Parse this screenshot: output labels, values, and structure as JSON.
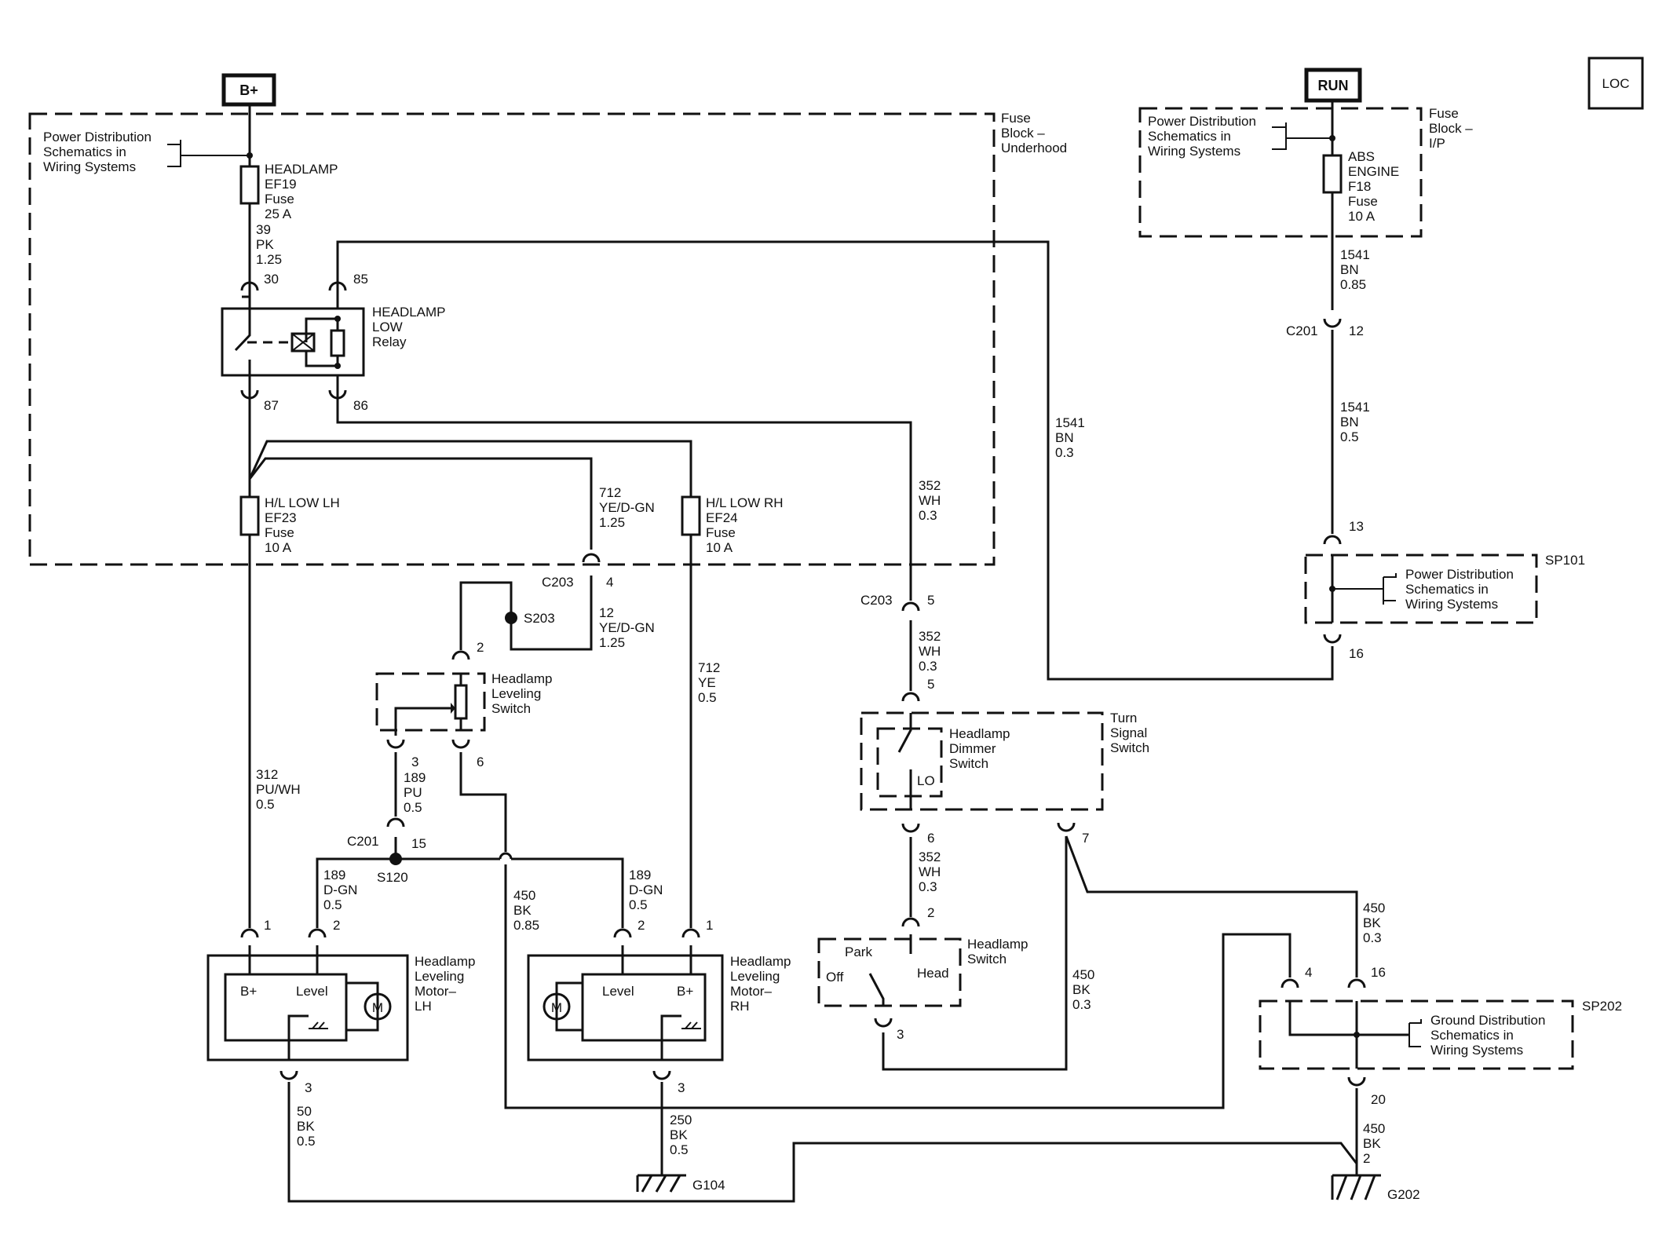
{
  "labels": {
    "bplus": "B+",
    "run": "RUN",
    "loc": "LOC",
    "fuse_block_underhood": [
      "Fuse",
      "Block –",
      "Underhood"
    ],
    "fuse_block_ip": [
      "Fuse",
      "Block –",
      "I/P"
    ],
    "pwr_dist_1": [
      "Power Distribution",
      "Schematics in",
      "Wiring Systems"
    ],
    "pwr_dist_2": [
      "Power Distribution",
      "Schematics in",
      "Wiring Systems"
    ],
    "pwr_dist_3": [
      "Power Distribution",
      "Schematics in",
      "Wiring Systems"
    ],
    "gnd_dist": [
      "Ground Distribution",
      "Schematics in",
      "Wiring Systems"
    ],
    "fuse_headlamp": [
      "HEADLAMP",
      "EF19",
      "Fuse",
      "25 A"
    ],
    "fuse_abs": [
      "ABS",
      "ENGINE",
      "F18",
      "Fuse",
      "10 A"
    ],
    "fuse_hl_lh": [
      "H/L LOW LH",
      "EF23",
      "Fuse",
      "10 A"
    ],
    "fuse_hl_rh": [
      "H/L LOW RH",
      "EF24",
      "Fuse",
      "10 A"
    ],
    "relay": [
      "HEADLAMP",
      "LOW",
      "Relay"
    ],
    "leveling_switch": [
      "Headlamp",
      "Leveling",
      "Switch"
    ],
    "dimmer_switch": [
      "Headlamp",
      "Dimmer",
      "Switch"
    ],
    "turn_signal_switch": [
      "Turn",
      "Signal",
      "Switch"
    ],
    "headlamp_switch": [
      "Headlamp",
      "Switch"
    ],
    "motor_lh": [
      "Headlamp",
      "Leveling",
      "Motor–",
      "LH"
    ],
    "motor_rh": [
      "Headlamp",
      "Leveling",
      "Motor–",
      "RH"
    ],
    "motor_m": "M",
    "b_plus_pin": "B+",
    "level": "Level",
    "lo": "LO",
    "park": "Park",
    "off": "Off",
    "head": "Head",
    "sp101": "SP101",
    "sp202": "SP202",
    "s203": "S203",
    "s120": "S120",
    "g104": "G104",
    "g202": "G202",
    "c201_a": "C201",
    "c201_b": "C201",
    "c203_a": "C203",
    "c203_b": "C203"
  },
  "wires": {
    "w39": [
      "39",
      "PK",
      "1.25"
    ],
    "w1541a": [
      "1541",
      "BN",
      "0.85"
    ],
    "w1541b": [
      "1541",
      "BN",
      "0.5"
    ],
    "w1541c": [
      "1541",
      "BN",
      "0.3"
    ],
    "w712a": [
      "712",
      "YE/D-GN",
      "1.25"
    ],
    "w12": [
      "12",
      "YE/D-GN",
      "1.25"
    ],
    "w712b": [
      "712",
      "YE",
      "0.5"
    ],
    "w352a": [
      "352",
      "WH",
      "0.3"
    ],
    "w352b": [
      "352",
      "WH",
      "0.3"
    ],
    "w352c": [
      "352",
      "WH",
      "0.3"
    ],
    "w312": [
      "312",
      "PU/WH",
      "0.5"
    ],
    "w189a": [
      "189",
      "PU",
      "0.5"
    ],
    "w189b": [
      "189",
      "D-GN",
      "0.5"
    ],
    "w189c": [
      "189",
      "D-GN",
      "0.5"
    ],
    "w450a": [
      "450",
      "BK",
      "0.85"
    ],
    "w450b": [
      "450",
      "BK",
      "0.3"
    ],
    "w450c": [
      "450",
      "BK",
      "0.3"
    ],
    "w450d": [
      "450",
      "BK",
      "2"
    ],
    "w50": [
      "50",
      "BK",
      "0.5"
    ],
    "w250": [
      "250",
      "BK",
      "0.5"
    ]
  },
  "pins": {
    "p30": "30",
    "p85": "85",
    "p87": "87",
    "p86": "86",
    "p12": "12",
    "p13": "13",
    "p16a": "16",
    "p4a": "4",
    "p5a": "5",
    "p5b": "5",
    "p2sw": "2",
    "p3sw": "3",
    "p6sw": "6",
    "p15": "15",
    "p6d": "6",
    "p7": "7",
    "p2hs": "2",
    "p3hs": "3",
    "p1lh": "1",
    "p2lh": "2",
    "p3lh": "3",
    "p2rh": "2",
    "p1rh": "1",
    "p3rh": "3",
    "p4b": "4",
    "p16b": "16",
    "p20": "20"
  }
}
